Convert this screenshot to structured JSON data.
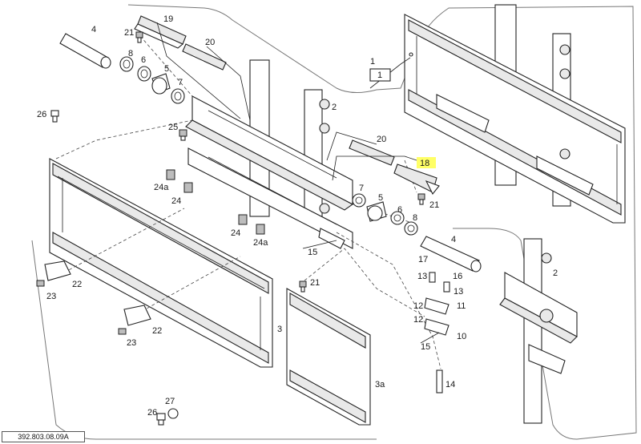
{
  "drawing": {
    "code": "392.803.08.09A",
    "highlight_color": "#ffff66",
    "assembly_label": "1",
    "callouts": {
      "c1": "1",
      "c2a": "2",
      "c2b": "2",
      "c3": "3",
      "c3a": "3a",
      "c4a": "4",
      "c4b": "4",
      "c5a": "5",
      "c5b": "5",
      "c6a": "6",
      "c6b": "6",
      "c7a": "7",
      "c7b": "7",
      "c8a": "8",
      "c8b": "8",
      "c10": "10",
      "c11": "11",
      "c12a": "12",
      "c12b": "12",
      "c13a": "13",
      "c13b": "13",
      "c14": "14",
      "c15a": "15",
      "c15b": "15",
      "c16": "16",
      "c17": "17",
      "c18": "18",
      "c19": "19",
      "c20a": "20",
      "c20b": "20",
      "c21a": "21",
      "c21b": "21",
      "c21c": "21",
      "c22a": "22",
      "c22b": "22",
      "c23a": "23",
      "c23b": "23",
      "c24a": "24",
      "c24b": "24",
      "c24aa": "24a",
      "c24ab": "24a",
      "c25": "25",
      "c26a": "26",
      "c26b": "26",
      "c27": "27"
    }
  }
}
